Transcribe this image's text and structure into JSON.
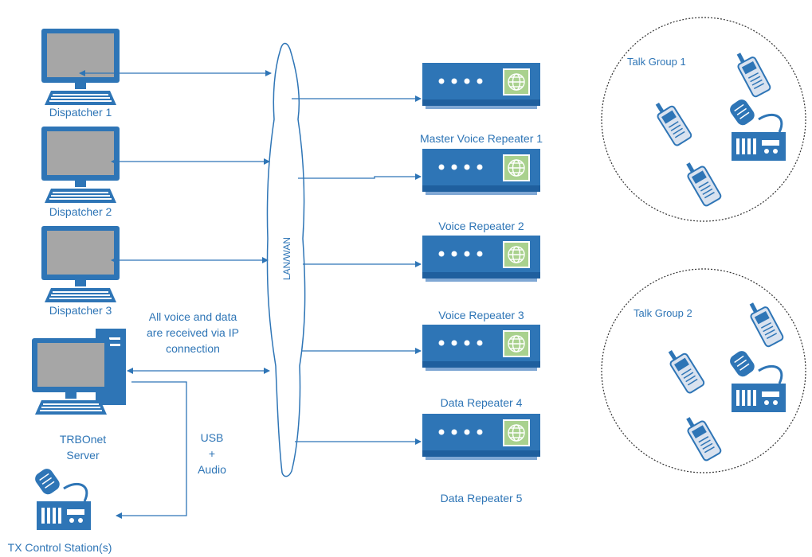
{
  "dispatchers": [
    {
      "label": "Dispatcher 1"
    },
    {
      "label": "Dispatcher 2"
    },
    {
      "label": "Dispatcher 3"
    }
  ],
  "server": {
    "line1": "TRBOnet",
    "line2": "Server"
  },
  "tx_station": {
    "label": "TX Control Station(s)"
  },
  "network": {
    "label": "LAN/WAN"
  },
  "note": {
    "line1": "All voice and data",
    "line2": "are received via IP",
    "line3": "connection"
  },
  "usb": {
    "line1": "USB",
    "line2": "+",
    "line3": "Audio"
  },
  "repeaters": [
    {
      "label": "Master Voice Repeater 1"
    },
    {
      "label": "Voice Repeater 2"
    },
    {
      "label": "Voice Repeater 3"
    },
    {
      "label": "Data Repeater 4"
    },
    {
      "label": "Data Repeater 5"
    }
  ],
  "talk_groups": [
    {
      "label": "Talk Group 1"
    },
    {
      "label": "Talk Group 2"
    }
  ],
  "colors": {
    "accent": "#2e75b6",
    "device": "#4f8fd0",
    "device_dark": "#1f5f9e",
    "screen": "#a6a6a6",
    "globe": "#a9d18e"
  }
}
